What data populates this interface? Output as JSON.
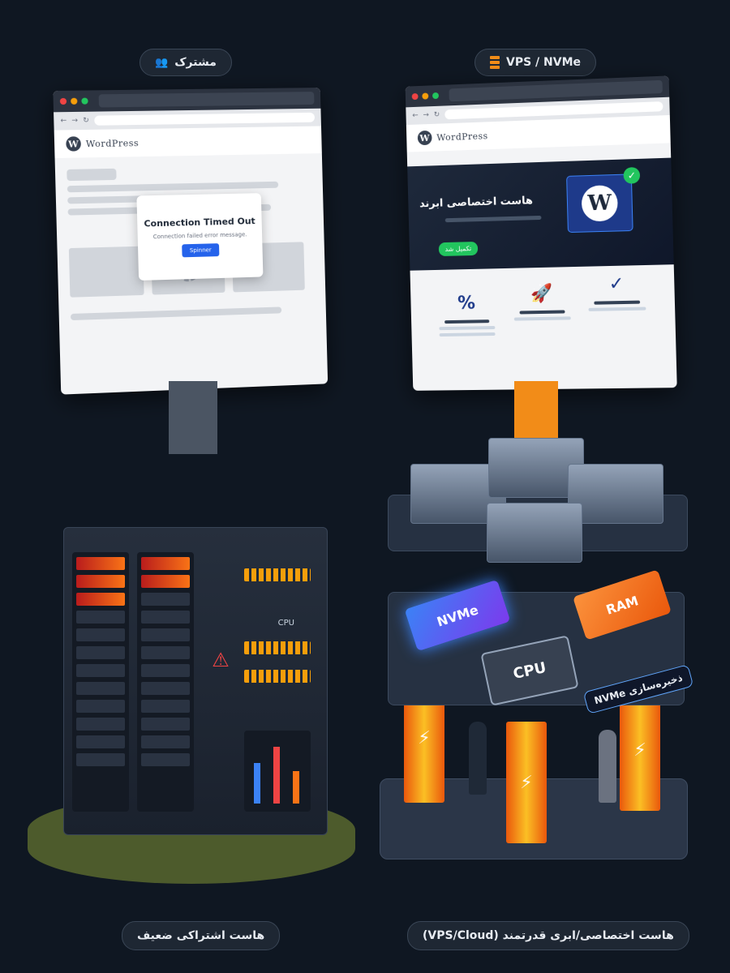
{
  "labels": {
    "top_left": "مشترک",
    "top_right": "VPS / NVMe",
    "bottom_left": "هاست اشتراکی ضعیف",
    "bottom_right": "هاست اختصاصی/ابری قدرتمند (VPS/Cloud)"
  },
  "icons": {
    "top_left": "users-icon",
    "top_right": "server-stack-icon"
  },
  "left_browser": {
    "logo_text": "WordPress",
    "modal": {
      "title": "Connection Timed Out",
      "subtitle": "Connection failed error message.",
      "button": "Spinner"
    }
  },
  "right_browser": {
    "logo_text": "WordPress",
    "hero_title": "هاست اختصاصی ابرند",
    "hero_button": "تکمیل شد",
    "features": [
      "%",
      "🚀",
      "✓"
    ]
  },
  "left_rack": {
    "cpu_label": "CPU"
  },
  "right_platform": {
    "chip_nvme": "NVMe",
    "chip_ram": "RAM",
    "chip_cpu": "CPU",
    "storage_label": "ذخیره‌سازی NVMe"
  },
  "colors": {
    "background": "#0f1722",
    "accent_orange": "#f28c18",
    "warning_red": "#ef4444",
    "success_green": "#22c55e",
    "nvme_blue": "#3b82f6"
  }
}
